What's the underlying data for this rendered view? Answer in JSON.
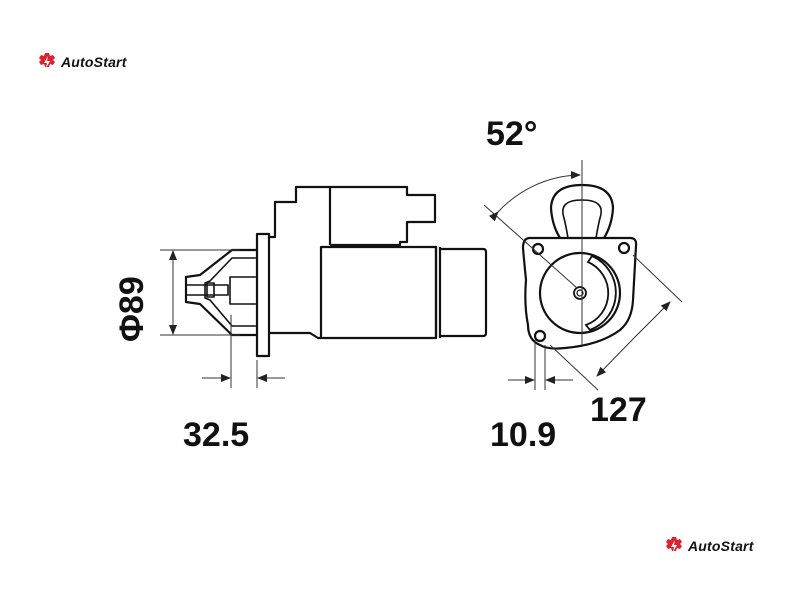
{
  "brand": {
    "name": "AutoStart",
    "accent": "#e0202a"
  },
  "dimensions": {
    "angle": "52°",
    "diameter": "Φ89",
    "flange_offset": "32.5",
    "front_offset": "10.9",
    "diagonal": "127"
  }
}
